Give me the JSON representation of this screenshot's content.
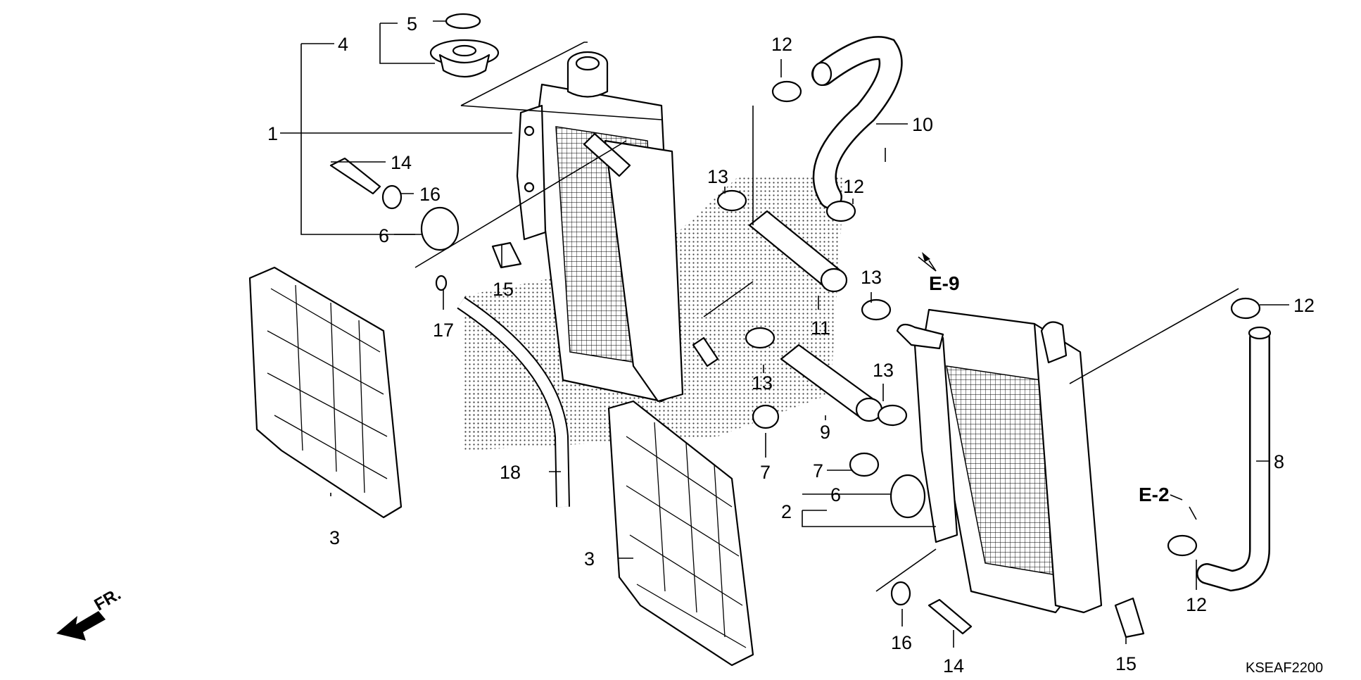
{
  "parts": {
    "p1": "1",
    "p2": "2",
    "p3a": "3",
    "p3b": "3",
    "p4": "4",
    "p5": "5",
    "p6a": "6",
    "p6b": "6",
    "p7a": "7",
    "p7b": "7",
    "p8": "8",
    "p9": "9",
    "p10": "10",
    "p11": "11",
    "p12a": "12",
    "p12b": "12",
    "p12c": "12",
    "p12d": "12",
    "p13a": "13",
    "p13b": "13",
    "p13c": "13",
    "p13d": "13",
    "p14a": "14",
    "p14b": "14",
    "p15a": "15",
    "p15b": "15",
    "p16a": "16",
    "p16b": "16",
    "p17": "17",
    "p18": "18"
  },
  "refs": {
    "e9": "E-9",
    "e2": "E-2",
    "fr": "FR."
  },
  "diagram_code": "KSEAF2200"
}
